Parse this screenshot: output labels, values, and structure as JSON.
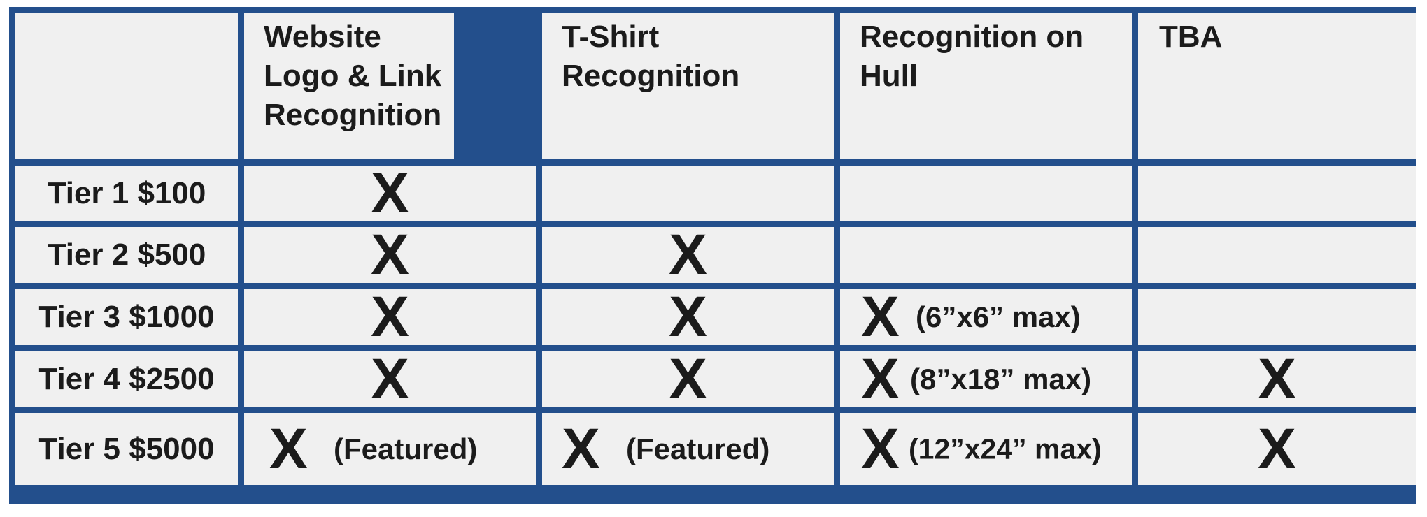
{
  "headers": [
    "",
    "Website Logo & Link Recognition",
    "T-Shirt Recognition",
    "Recognition on Hull",
    "TBA"
  ],
  "tiers": [
    "Tier 1 $100",
    "Tier 2 $500",
    "Tier 3 $1000",
    "Tier 4 $2500",
    "Tier 5 $5000"
  ],
  "mark": "X",
  "notes": {
    "featured": "(Featured)",
    "hull_t3": "(6”x6” max)",
    "hull_t4": "(8”x18” max)",
    "hull_t5": "(12”x24” max)"
  },
  "colors": {
    "border": "#234f8c",
    "cell": "#f0f0f0",
    "text": "#1b1b1b"
  }
}
